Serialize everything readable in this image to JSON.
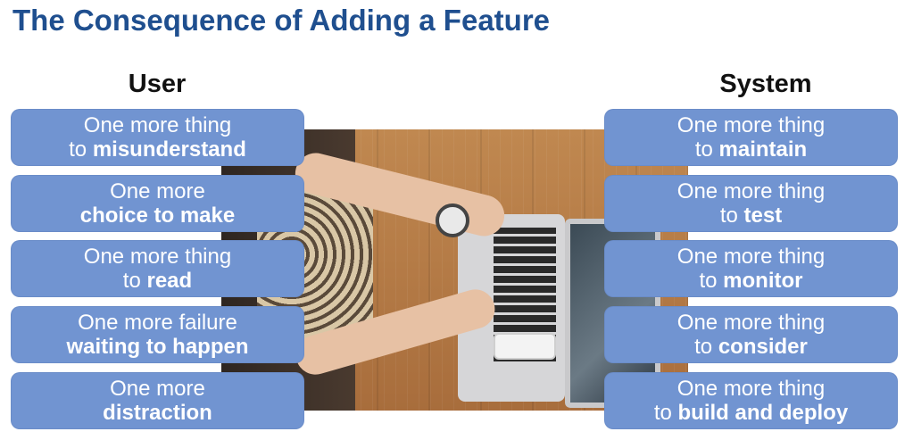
{
  "title": "The Consequence of Adding a Feature",
  "user": {
    "heading": "User",
    "items": [
      {
        "line1": "One more thing",
        "line2_prefix": "to ",
        "line2_bold": "misunderstand"
      },
      {
        "line1": "One more",
        "line2_prefix": "",
        "line2_bold": "choice to make"
      },
      {
        "line1": "One more thing",
        "line2_prefix": "to ",
        "line2_bold": "read"
      },
      {
        "line1": "One more failure",
        "line2_prefix": "",
        "line2_bold": "waiting to happen"
      },
      {
        "line1": "One more",
        "line2_prefix": "",
        "line2_bold": "distraction"
      }
    ]
  },
  "system": {
    "heading": "System",
    "items": [
      {
        "line1": "One more thing",
        "line2_prefix": "to ",
        "line2_bold": "maintain"
      },
      {
        "line1": "One more thing",
        "line2_prefix": "to ",
        "line2_bold": "test"
      },
      {
        "line1": "One more thing",
        "line2_prefix": "to ",
        "line2_bold": "monitor"
      },
      {
        "line1": "One more thing",
        "line2_prefix": "to ",
        "line2_bold": "consider"
      },
      {
        "line1": "One more thing",
        "line2_prefix": "to ",
        "line2_bold": "build and deploy"
      }
    ]
  },
  "colors": {
    "title": "#1f4f8f",
    "box": "#7194d1"
  }
}
